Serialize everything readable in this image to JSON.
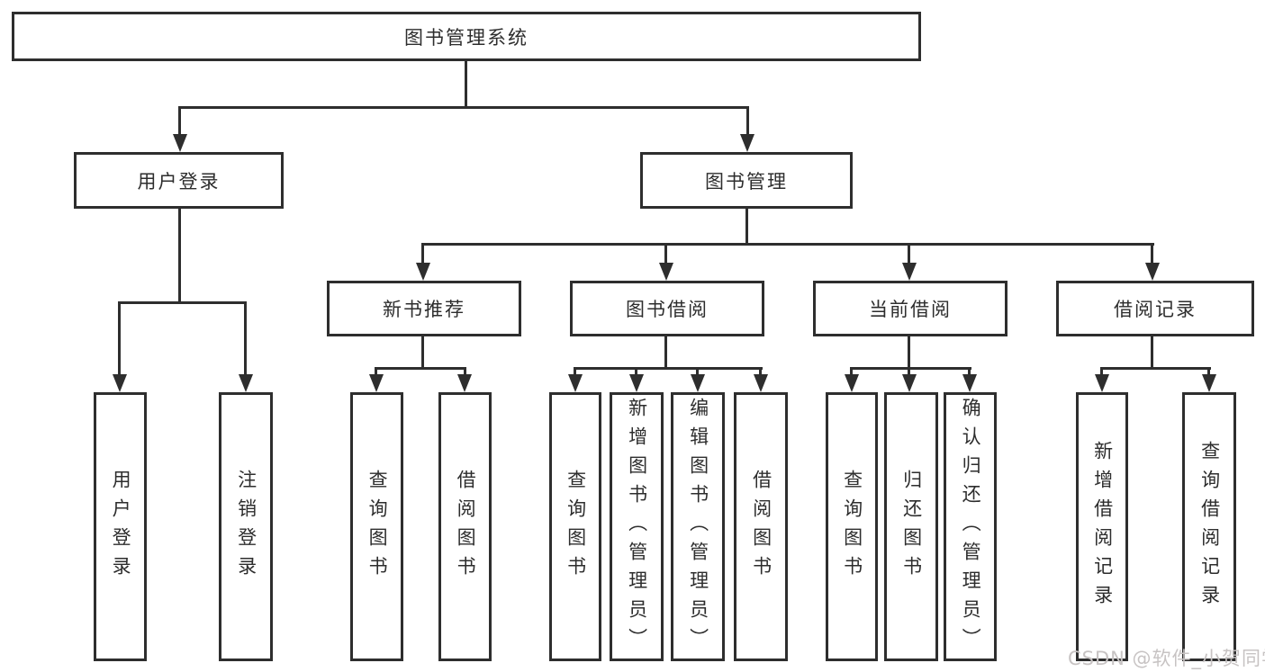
{
  "colors": {
    "line": "#2e2e2e",
    "text": "#2d2d2d",
    "box_background": "#ffffff",
    "page_background": "#ffffff",
    "watermark": "#c7c3c3"
  },
  "watermark": {
    "text": "CSDN @软件_小贺同学"
  },
  "tree": {
    "root": {
      "label": "图书管理系统"
    },
    "children": [
      {
        "label": "用户登录",
        "children": [
          {
            "label": "用户登录"
          },
          {
            "label": "注销登录"
          }
        ]
      },
      {
        "label": "图书管理",
        "children": [
          {
            "label": "新书推荐",
            "children": [
              {
                "label": "查询图书"
              },
              {
                "label": "借阅图书"
              }
            ]
          },
          {
            "label": "图书借阅",
            "children": [
              {
                "label": "查询图书"
              },
              {
                "label": "新增图书（管理员）"
              },
              {
                "label": "编辑图书（管理员）"
              },
              {
                "label": "借阅图书"
              }
            ]
          },
          {
            "label": "当前借阅",
            "children": [
              {
                "label": "查询图书"
              },
              {
                "label": "归还图书"
              },
              {
                "label": "确认归还（管理员）"
              }
            ]
          },
          {
            "label": "借阅记录",
            "children": [
              {
                "label": "新增借阅记录"
              },
              {
                "label": "查询借阅记录"
              }
            ]
          }
        ]
      }
    ]
  }
}
